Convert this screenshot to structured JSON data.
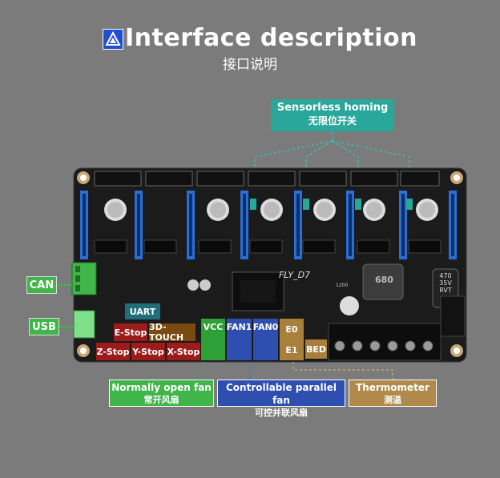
{
  "header": {
    "title": "Interface description",
    "subtitle": "接口说明"
  },
  "callouts": {
    "sensorless": {
      "en": "Sensorless homing",
      "zh": "无限位开关"
    },
    "normally_open_fan": {
      "en": "Normally open fan",
      "zh": "常开风扇"
    },
    "parallel_fan": {
      "en": "Controllable parallel fan",
      "zh": "可控并联风扇"
    },
    "thermometer": {
      "en": "Thermometer",
      "zh": "测温"
    }
  },
  "side_labels": {
    "can": "CAN",
    "usb": "USB"
  },
  "port_labels": {
    "uart": "UART",
    "estop": "E-Stop",
    "touch": "3D-TOUCH",
    "zstop": "Z-Stop",
    "ystop": "Y-Stop",
    "xstop": "X-Stop",
    "vcc": "VCC",
    "fan1": "FAN1",
    "fan0": "FAN0",
    "e0": "E0",
    "e1": "E1",
    "bed": "BED"
  },
  "board": {
    "name": "FLY_D7",
    "capacitor": "470 35V RVT",
    "inductor": "680",
    "small_cap": "1200"
  },
  "colors": {
    "background": "#7b7b7b",
    "sensorless": "#2aa79b",
    "green": "#3fb54a",
    "blue": "#2e4fb0",
    "tan": "#b08a4a",
    "red": "#9c1b1b",
    "brown": "#7a4a10",
    "teal": "#1f6e7a"
  }
}
